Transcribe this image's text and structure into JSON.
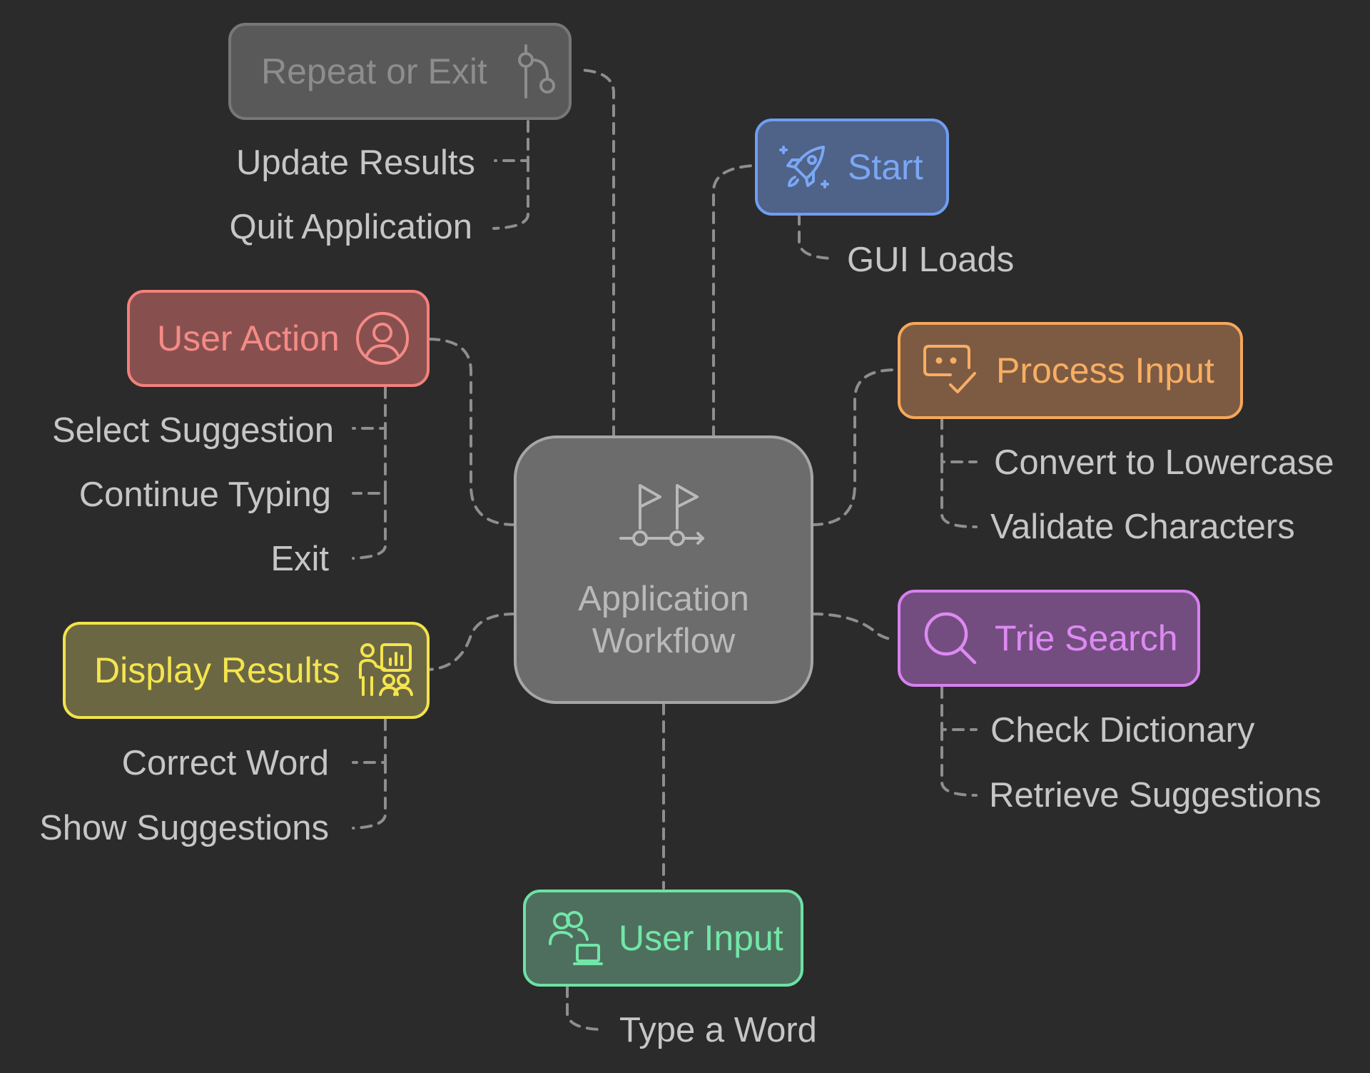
{
  "center": {
    "title_line1": "Application",
    "title_line2": "Workflow",
    "icon": "flags-icon"
  },
  "nodes": {
    "repeat": {
      "label": "Repeat or Exit",
      "icon": "branch-icon",
      "color": "#9a9a9a",
      "items": [
        "Update Results",
        "Quit Application"
      ]
    },
    "start": {
      "label": "Start",
      "icon": "rocket-icon",
      "color": "#6f9df2",
      "items": [
        "GUI Loads"
      ]
    },
    "user_action": {
      "label": "User Action",
      "icon": "user-circle-icon",
      "color": "#f3807c",
      "items": [
        "Select Suggestion",
        "Continue Typing",
        "Exit"
      ]
    },
    "process_input": {
      "label": "Process Input",
      "icon": "chat-check-icon",
      "color": "#f5a75b",
      "items": [
        "Convert to Lowercase",
        "Validate Characters"
      ]
    },
    "display_results": {
      "label": "Display Results",
      "icon": "presenter-chart-icon",
      "color": "#f2e34b",
      "items": [
        "Correct Word",
        "Show Suggestions"
      ]
    },
    "trie_search": {
      "label": "Trie Search",
      "icon": "search-icon",
      "color": "#d880f0",
      "items": [
        "Check Dictionary",
        "Retrieve Suggestions"
      ]
    },
    "user_input": {
      "label": "User Input",
      "icon": "users-laptop-icon",
      "color": "#6ce2a4",
      "items": [
        "Type a Word"
      ]
    }
  }
}
